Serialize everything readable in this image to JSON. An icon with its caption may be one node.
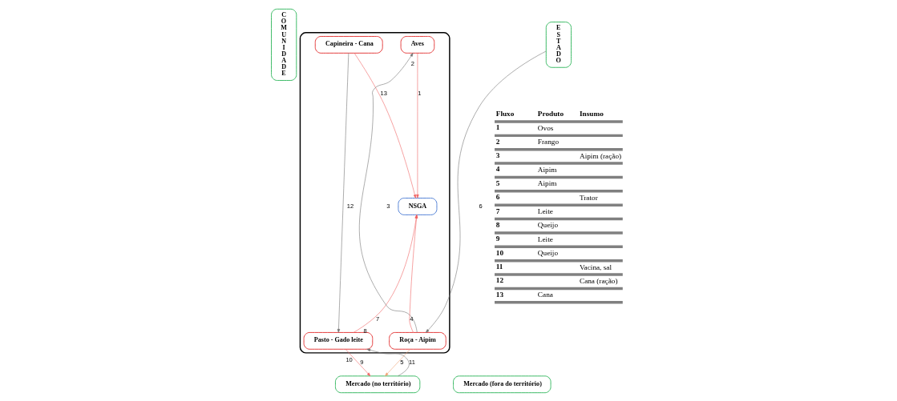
{
  "diagram": {
    "nodes": [
      {
        "text": [],
        "shape": "box"
      },
      {
        "text": [
          "Capineira - Cana"
        ],
        "in": 0
      },
      {
        "text": [
          "Aves"
        ],
        "in": 0
      },
      {
        "text": [
          "NSGA"
        ],
        "in": 0
      },
      {
        "text": [
          "Pasto - Gado leite"
        ],
        "in": 0
      },
      {
        "text": [
          "Roça - Aipim"
        ],
        "in": 0
      },
      {
        "text": [
          "COMUNIDADE"
        ]
      },
      {
        "text": [
          "ESTADO"
        ]
      },
      {
        "text": [
          "Mercado (no território)"
        ]
      },
      {
        "text": [
          "Mercado (fora do território)"
        ]
      }
    ],
    "edges": [
      {
        "from": 2,
        "to": 3,
        "arrow": "to",
        "label": "1"
      },
      {
        "from": 5,
        "to": 2,
        "arrow": "to",
        "label": "3",
        "color": "#707070"
      },
      {
        "from": 5,
        "to": 3,
        "arrow": "to",
        "label": "4"
      },
      {
        "from": 5,
        "to": 8,
        "arrow": "to",
        "label": "5",
        "color": "#f0a070"
      },
      {
        "from": 7,
        "to": 5,
        "arrow": "to",
        "label": "6",
        "color": "#707070"
      },
      {
        "from": 4,
        "to": 3,
        "arrow": "to",
        "label": "7"
      },
      {
        "from": 4,
        "to": 8,
        "arrow": "to",
        "label": "9"
      },
      {
        "from": 8,
        "to": 4,
        "arrow": "to",
        "label": "11",
        "color": "#707070"
      },
      {
        "from": 1,
        "to": 4,
        "arrow": "to",
        "label": "12",
        "color": "#707070"
      },
      {
        "from": 1,
        "to": 3,
        "arrow": "to",
        "label": "13"
      }
    ],
    "labels": [
      "2",
      "8",
      "10",
      "Fluxo",
      "Produto",
      "Insumo",
      "1",
      "Ovos",
      "2",
      "Frango",
      "3",
      "Aipim (ração)",
      "4",
      "Aipim",
      "5",
      "Aipim",
      "6",
      "Trator",
      "7",
      "Leite",
      "8",
      "Queijo",
      "9",
      "Leite",
      "10",
      "Queijo",
      "11",
      "Vacina, sal",
      "12",
      "Cana (ração)",
      "13",
      "Cana"
    ]
  }
}
